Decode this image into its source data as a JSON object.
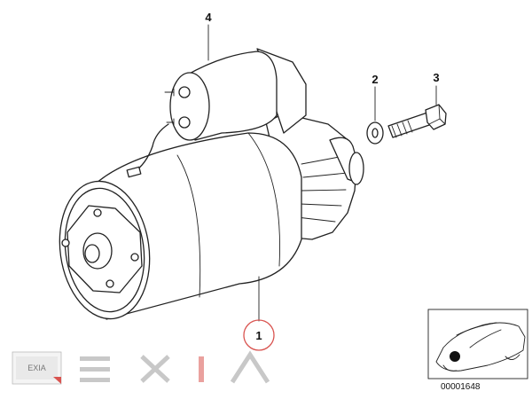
{
  "diagram": {
    "callouts": [
      {
        "id": "1",
        "label": "1"
      },
      {
        "id": "2",
        "label": "2"
      },
      {
        "id": "3",
        "label": "3"
      },
      {
        "id": "4",
        "label": "4"
      }
    ],
    "reference_number": "00001648",
    "watermark_badge": "EXIA",
    "highlight_color": "#d9534f",
    "line_color": "#222222",
    "watermark_color": "#c8c8c8"
  }
}
